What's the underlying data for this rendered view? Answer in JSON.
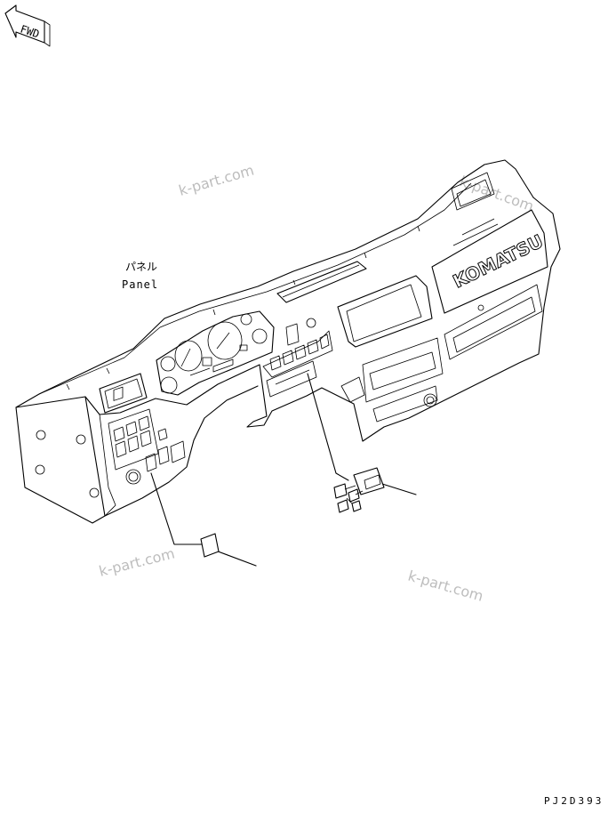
{
  "fwd_label": "FWD",
  "panel_label_jp": "パネル",
  "panel_label_en": "Panel",
  "brand_text": "KOMATSU",
  "watermarks": [
    "k-part.com",
    "k-part.com",
    "k-part.com",
    "k-part.com"
  ],
  "drawing_code": "PJ2D393"
}
